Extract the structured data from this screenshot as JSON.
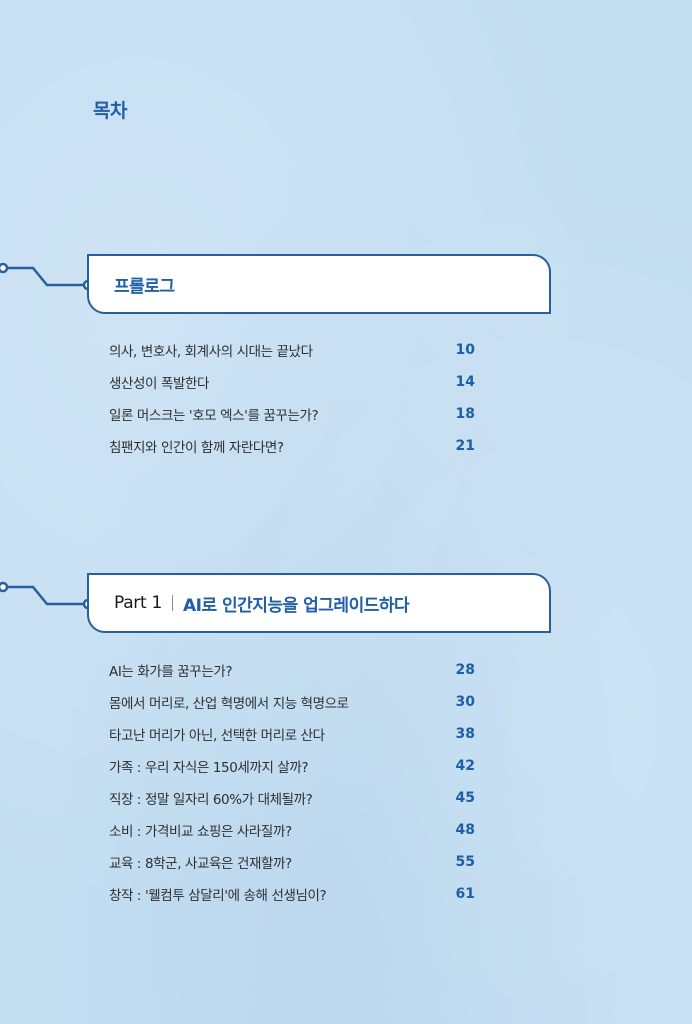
{
  "page_title": "목차",
  "colors": {
    "accent": "#1f5ea8",
    "border": "#2a5f9e",
    "background": "#c4def2"
  },
  "sections": [
    {
      "title": "프롤로그",
      "entries": [
        {
          "title": "의사, 변호사, 회계사의 시대는 끝났다",
          "page": "10"
        },
        {
          "title": "생산성이 폭발한다",
          "page": "14"
        },
        {
          "title": "일론 머스크는 '호모 엑스'를 꿈꾸는가?",
          "page": "18"
        },
        {
          "title": "침팬지와 인간이 함께 자란다면?",
          "page": "21"
        }
      ]
    },
    {
      "part_label": "Part 1",
      "title": "AI로 인간지능을 업그레이드하다",
      "entries": [
        {
          "title": "AI는 화가를 꿈꾸는가?",
          "page": "28"
        },
        {
          "title": "몸에서 머리로, 산업 혁명에서 지능 혁명으로",
          "page": "30"
        },
        {
          "title": "타고난 머리가 아닌, 선택한 머리로 산다",
          "page": "38"
        },
        {
          "title": "가족 : 우리 자식은 150세까지 살까?",
          "page": "42"
        },
        {
          "title": "직장 : 정말 일자리 60%가 대체될까?",
          "page": "45"
        },
        {
          "title": "소비 : 가격비교 쇼핑은 사라질까?",
          "page": "48"
        },
        {
          "title": "교육 : 8학군, 사교육은 건재할까?",
          "page": "55"
        },
        {
          "title": "창작 : '웰컴투 삼달리'에 송해 선생님이?",
          "page": "61"
        }
      ]
    }
  ]
}
